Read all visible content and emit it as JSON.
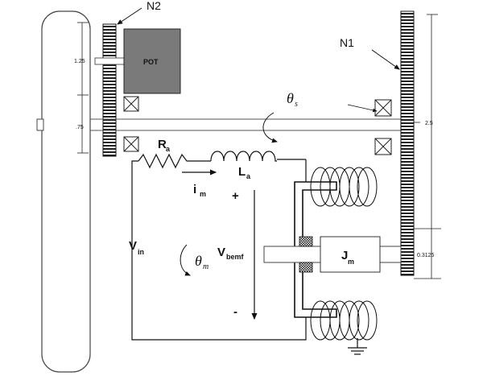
{
  "labels": {
    "gear_small": "N2",
    "gear_large": "N1",
    "pot": "POT",
    "resistor_main": "R",
    "resistor_sub": "a",
    "inductor_main": "L",
    "inductor_sub": "a",
    "current_main": "i",
    "current_sub": "m",
    "plus": "+",
    "minus": "-",
    "vin_main": "V",
    "vin_sub": "in",
    "vbemf_main": "V",
    "vbemf_sub": "bemf",
    "theta_m_main": "θ",
    "theta_m_sub": "m",
    "theta_s_main": "θ",
    "theta_s_sub": "s",
    "inertia_main": "J",
    "inertia_sub": "m"
  },
  "dimensions": {
    "left_top": "1.25",
    "left_bottom": ".75",
    "right_top": "2.5",
    "right_bottom": "0.3125"
  }
}
